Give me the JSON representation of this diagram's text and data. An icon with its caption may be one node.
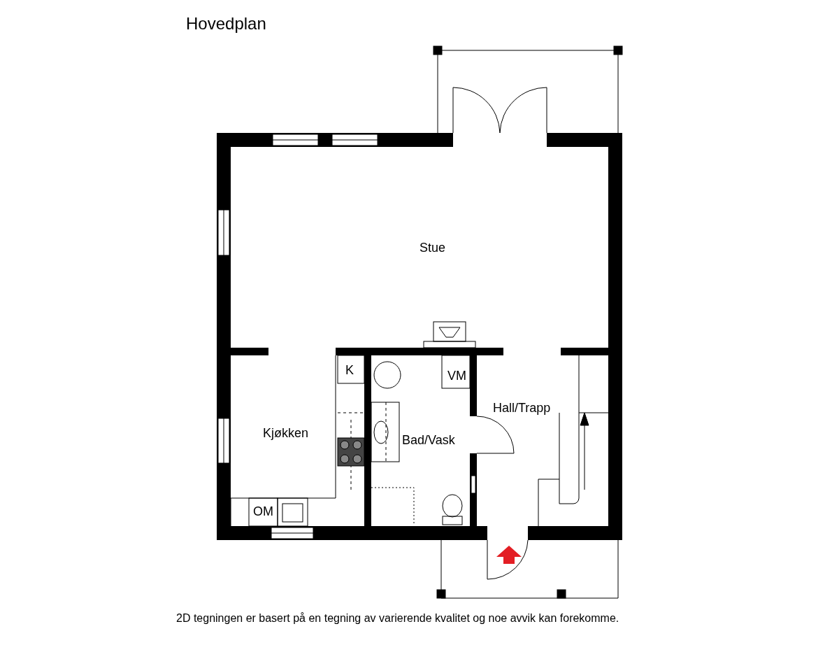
{
  "diagram": {
    "title": "Hovedplan",
    "caption": "2D tegningen er basert på en tegning av varierende kvalitet og noe avvik kan forekomme.",
    "labels": [
      "Stue",
      "K",
      "VM",
      "Hall/Trapp",
      "Kjøkken",
      "Bad/Vask",
      "OM"
    ]
  }
}
